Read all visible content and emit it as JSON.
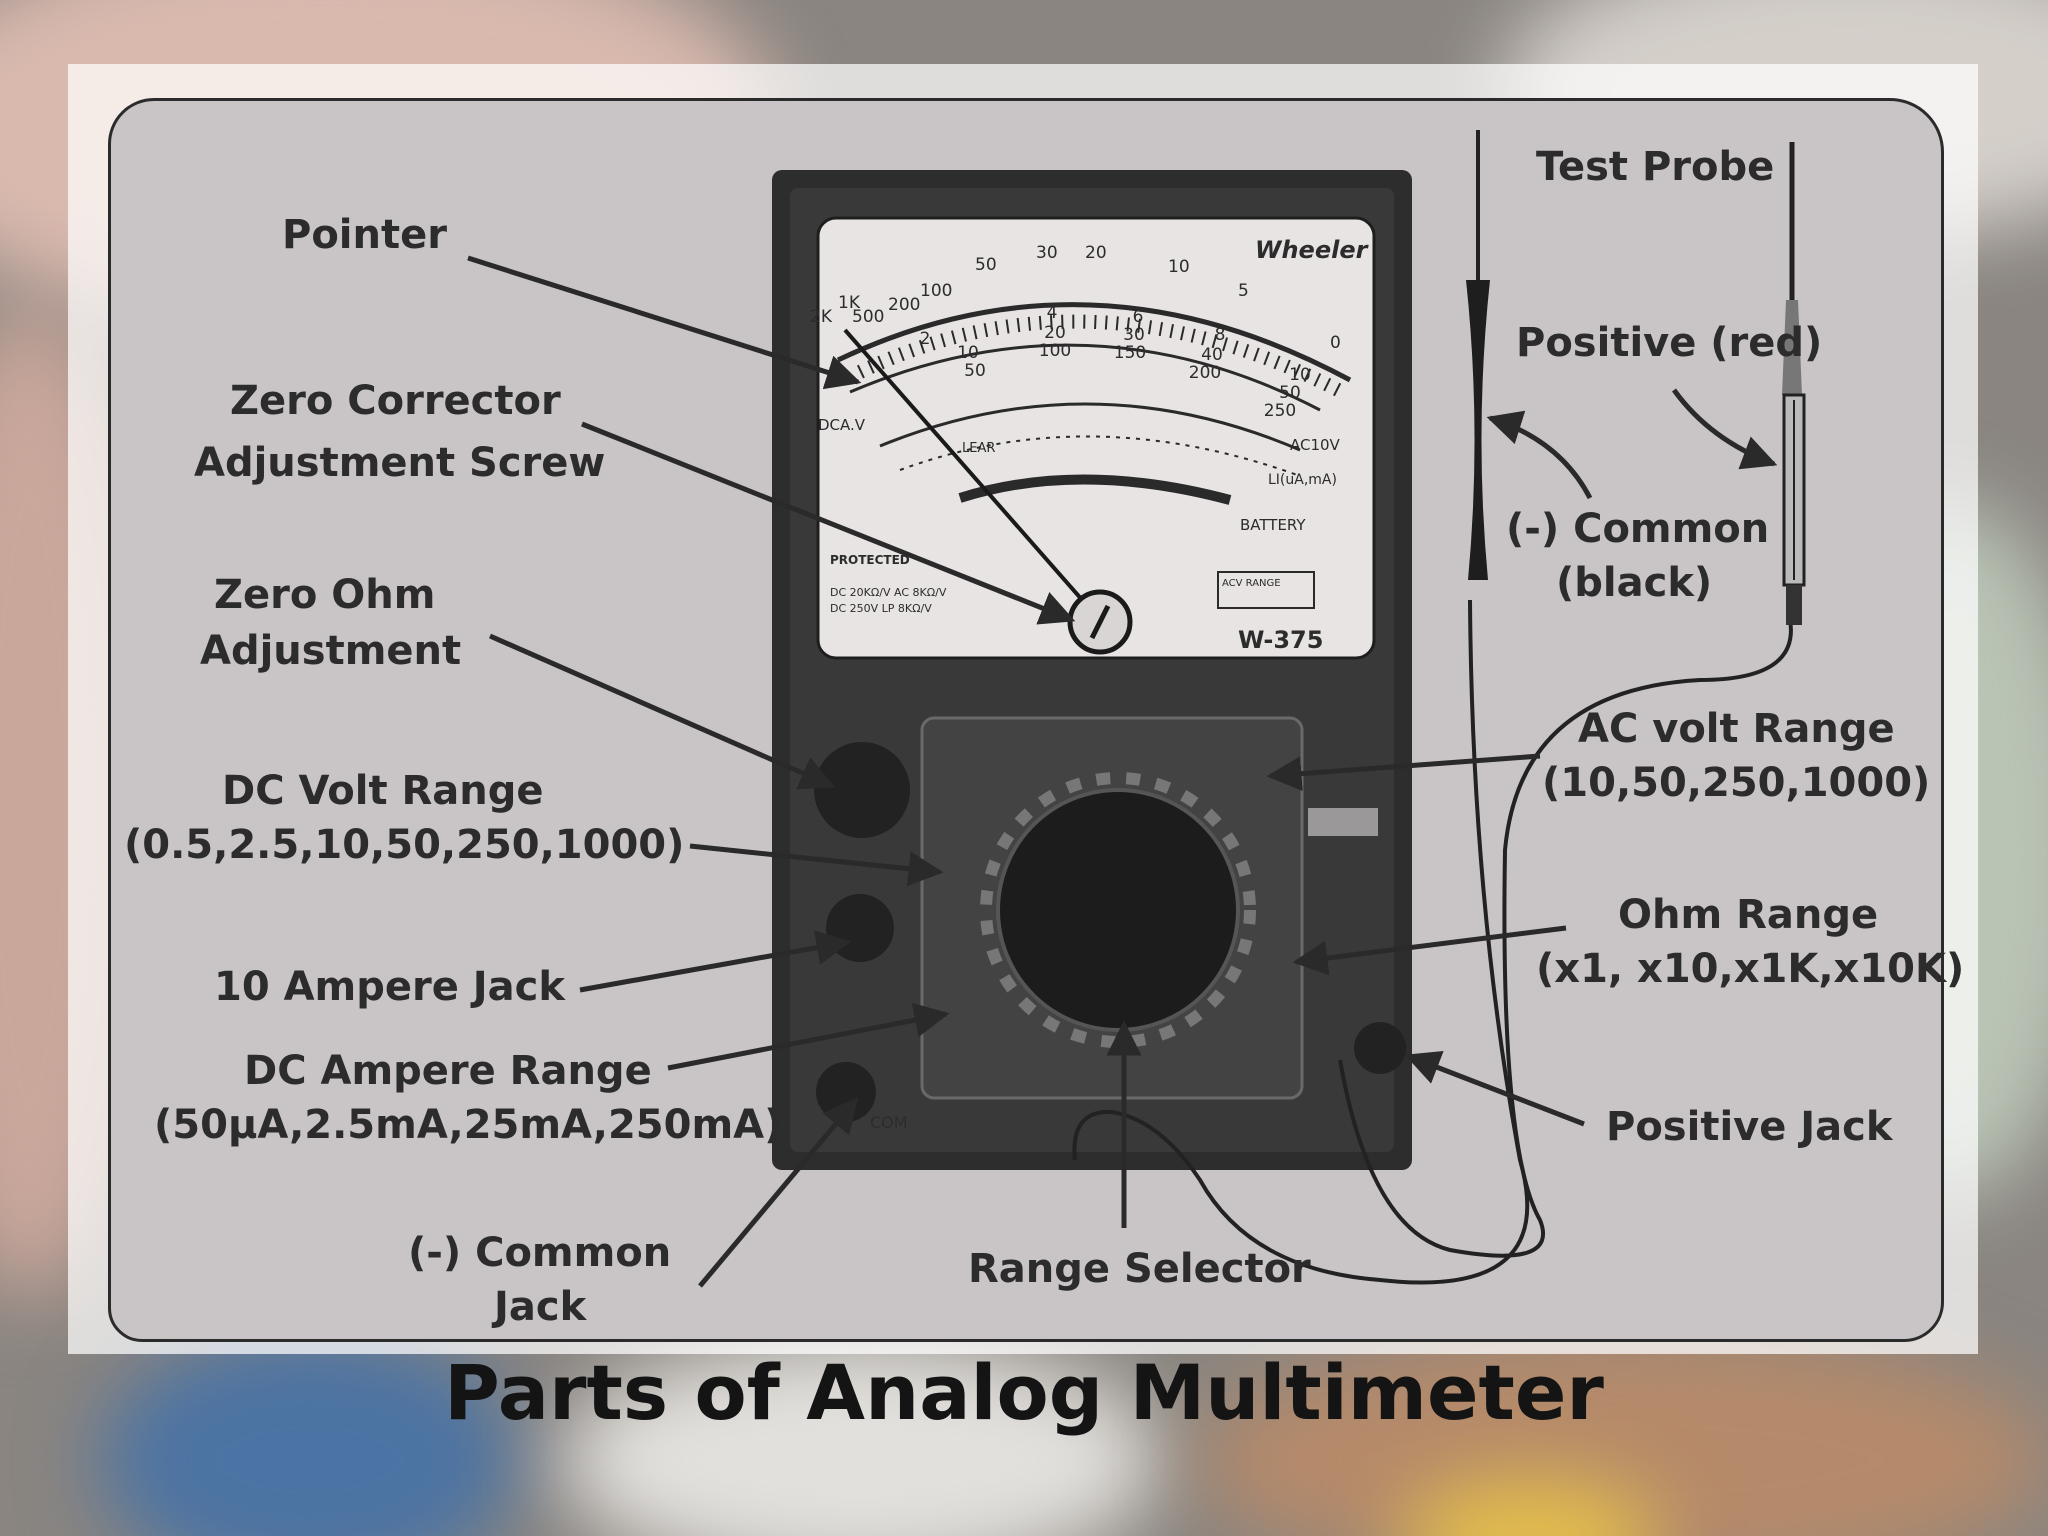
{
  "caption": "Parts of Analog Multimeter",
  "labels": {
    "pointer": "Pointer",
    "zero_corrector_1": "Zero Corrector",
    "zero_corrector_2": "Adjustment Screw",
    "zero_ohm_1": "Zero Ohm",
    "zero_ohm_2": "Adjustment",
    "dc_volt_1": "DC Volt Range",
    "dc_volt_2": "(0.5,2.5,10,50,250,1000)",
    "ten_ampere": "10 Ampere Jack",
    "dc_ampere_1": "DC Ampere Range",
    "dc_ampere_2": "(50μA,2.5mA,25mA,250mA)",
    "common_jack_1": "(-) Common",
    "common_jack_2": "Jack",
    "range_selector": "Range Selector",
    "test_probe": "Test Probe",
    "positive_red": "Positive (red)",
    "common_black_1": "(-) Common",
    "common_black_2": "(black)",
    "ac_volt_1": "AC volt Range",
    "ac_volt_2": "(10,50,250,1000)",
    "ohm_range_1": "Ohm Range",
    "ohm_range_2": "(x1, x10,x1K,x10K)",
    "positive_jack": "Positive Jack"
  },
  "meter": {
    "brand": "Wheeler",
    "model": "W-375",
    "scale_top": [
      "2K",
      "1K",
      "500",
      "200",
      "100",
      "50",
      "30",
      "20",
      "10",
      "5",
      "0"
    ],
    "scale_mid_1": [
      "2",
      "4",
      "6",
      "8",
      "10"
    ],
    "scale_mid_2": [
      "10",
      "20",
      "30",
      "40",
      "50"
    ],
    "scale_mid_3": [
      "50",
      "100",
      "150",
      "200",
      "250"
    ],
    "dca_label": "DCA.V",
    "ac10v": "AC10V",
    "li_label": "LI(uA,mA)",
    "battery": "BATTERY",
    "lear": "LEAR",
    "spec_1": "DC 20KΩ/V AC 8KΩ/V",
    "spec_2": "DC 250V LP 8KΩ/V",
    "acv_range": "ACV RANGE",
    "protected": "PROTECTED",
    "com": "COM"
  }
}
